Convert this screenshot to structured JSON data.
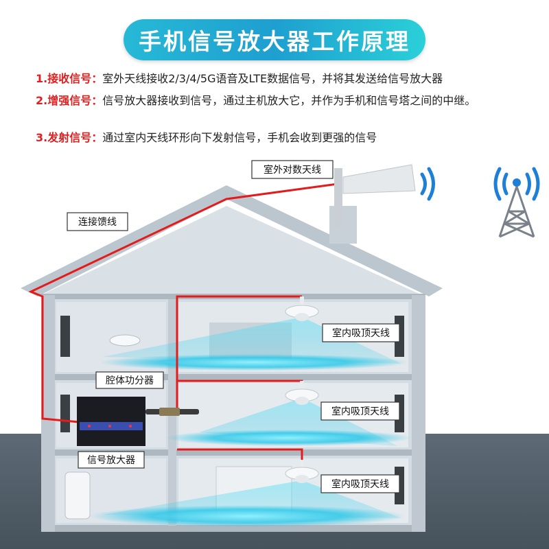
{
  "title": "手机信号放大器工作原理",
  "steps": [
    {
      "label": "1.接收信号：",
      "text": "室外天线接收2/3/4/5G语音及LTE数据信号，并将其发送给信号放大器"
    },
    {
      "label": "2.增强信号：",
      "text": "信号放大器接收到信号，通过主机放大它，并作为手机和信号塔之间的中继。"
    },
    {
      "label": "3.发射信号：",
      "text": "通过室内天线环形向下发射信号，手机会收到更强的信号"
    }
  ],
  "labels": {
    "outdoor_antenna": "室外对数天线",
    "feeder_cable": "连接馈线",
    "cavity_amplifier": "腔体功分器",
    "signal_amplifier": "信号放大器",
    "indoor_antenna_1": "室内吸顶天线",
    "indoor_antenna_2": "室内吸顶天线",
    "indoor_antenna_3": "室内吸顶天线"
  },
  "colors": {
    "banner": "#1e9fd0",
    "cable": "#e41b1b",
    "signal": "#26c6e8",
    "house": "#cfd7df"
  }
}
